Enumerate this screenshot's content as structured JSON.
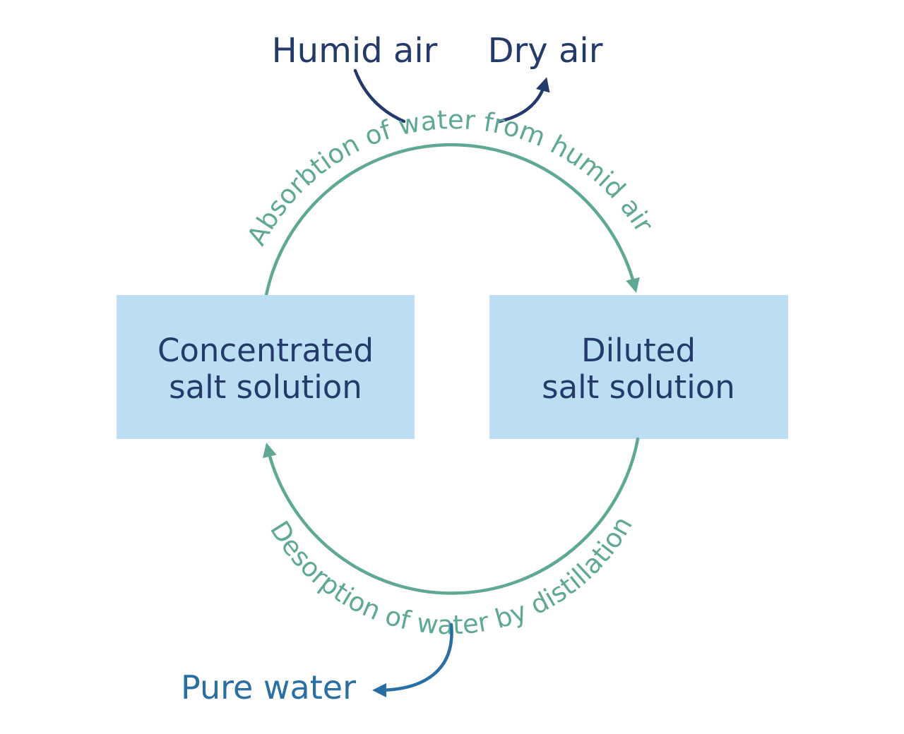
{
  "colors": {
    "dark_navy": "#243a6b",
    "teal": "#5fa896",
    "blue": "#2a6fa3",
    "box_fill": "#bcdef2"
  },
  "inputs": {
    "humid_air": "Humid air",
    "dry_air": "Dry air"
  },
  "output": {
    "pure_water": "Pure water"
  },
  "boxes": {
    "concentrated": {
      "line1": "Concentrated",
      "line2": "salt solution"
    },
    "diluted": {
      "line1": "Diluted",
      "line2": "salt solution"
    }
  },
  "processes": {
    "absorption": "Absorbtion of water from humid air",
    "desorption": "Desorption of water by distillation"
  }
}
